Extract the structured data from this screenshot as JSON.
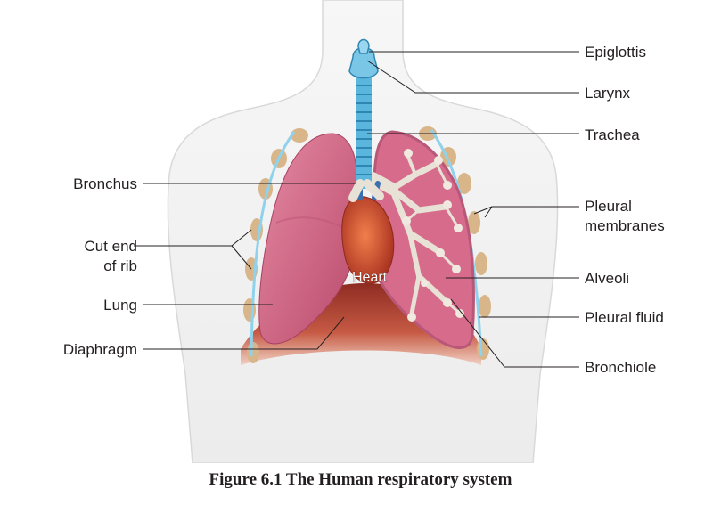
{
  "labels": {
    "epiglottis": "Epiglottis",
    "larynx": "Larynx",
    "trachea": "Trachea",
    "pleural_membranes_1": "Pleural",
    "pleural_membranes_2": "membranes",
    "alveoli": "Alveoli",
    "pleural_fluid": "Pleural fluid",
    "bronchiole": "Bronchiole",
    "bronchus": "Bronchus",
    "cut_end_of_rib_1": "Cut end",
    "cut_end_of_rib_2": "of rib",
    "lung": "Lung",
    "diaphragm": "Diaphragm",
    "heart": "Heart"
  },
  "caption": "Figure 6.1 The Human respiratory system",
  "colors": {
    "skin": "#f3f3f3",
    "lung": "#d56785",
    "cut_lung": "#c65279",
    "airway": "#e8e1d5",
    "trachea": "#5ab6dc",
    "diaphragm": "#c14b3a",
    "rib": "#d9b58a",
    "heart": "#c8432d"
  }
}
